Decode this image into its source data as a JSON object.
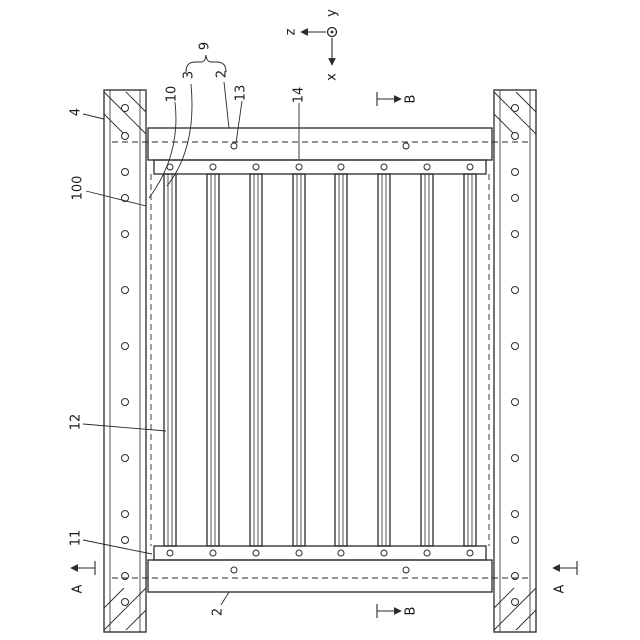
{
  "figure": {
    "background": "#ffffff",
    "line_color": "#2a2a2a"
  },
  "axis_labels": {
    "x": "x",
    "y": "y",
    "z": "z"
  },
  "refs": {
    "r4": "4",
    "r100": "100",
    "r12": "12",
    "r11": "11",
    "r10": "10",
    "r3": "3",
    "r9": "9",
    "r2_top": "2",
    "r13": "13",
    "r14": "14",
    "r2_bottom": "2"
  },
  "sections": {
    "a": "A",
    "b": "B"
  }
}
